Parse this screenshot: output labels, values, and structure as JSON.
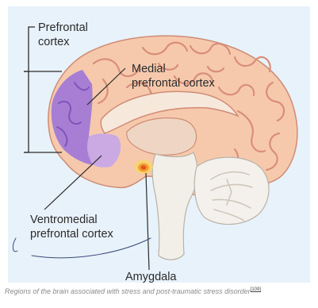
{
  "labels": {
    "prefrontal": [
      "Prefrontal",
      "cortex"
    ],
    "medial": [
      "Medial",
      "prefrontal cortex"
    ],
    "ventromedial": [
      "Ventromedial",
      "prefrontal cortex"
    ],
    "amygdala": "Amygdala"
  },
  "caption": {
    "text": "Regions of the brain associated with stress and post-traumatic stress disorder",
    "ref": "[109]"
  },
  "colors": {
    "background": "#e8f2fb",
    "cortex": "#f6c9ad",
    "sulci": "#d98e78",
    "prefrontal_highlight": "#a27ad6",
    "ventromedial_highlight": "#c8a8e6",
    "amygdala": "#f3a12a",
    "brainstem": "#f2efe9",
    "cerebellum": "#f4f1ec"
  }
}
